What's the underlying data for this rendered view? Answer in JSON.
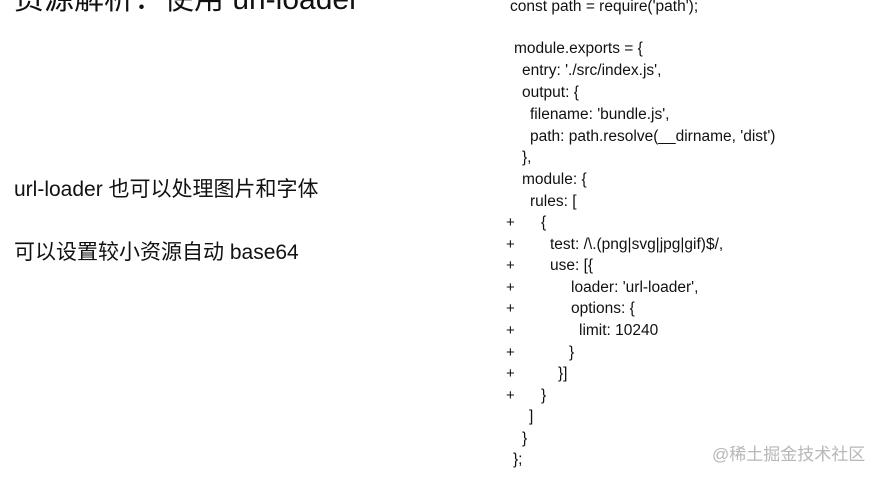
{
  "slide": {
    "title": "资源解析：使用 url-loader",
    "points": [
      "url-loader 也可以处理图片和字体",
      "可以设置较小资源自动 base64"
    ]
  },
  "code": {
    "lines": [
      {
        "marker": "",
        "text": "const path = require('path');"
      },
      {
        "marker": "",
        "text": ""
      },
      {
        "marker": "",
        "text": "module.exports = {"
      },
      {
        "marker": "",
        "text": "entry: './src/index.js',"
      },
      {
        "marker": "",
        "text": "output: {"
      },
      {
        "marker": "",
        "text": "filename: 'bundle.js',"
      },
      {
        "marker": "",
        "text": "path: path.resolve(__dirname, 'dist')"
      },
      {
        "marker": "",
        "text": "},"
      },
      {
        "marker": "",
        "text": "module: {"
      },
      {
        "marker": "",
        "text": "rules: ["
      },
      {
        "marker": "+",
        "text": "{"
      },
      {
        "marker": "+",
        "text": "test: /\\.(png|svg|jpg|gif)$/,"
      },
      {
        "marker": "+",
        "text": "use: [{"
      },
      {
        "marker": "+",
        "text": "loader: 'url-loader',"
      },
      {
        "marker": "+",
        "text": "options: {"
      },
      {
        "marker": "+",
        "text": "limit: 10240"
      },
      {
        "marker": "+",
        "text": "}"
      },
      {
        "marker": "+",
        "text": "}]"
      },
      {
        "marker": "+",
        "text": "}"
      },
      {
        "marker": "",
        "text": "]"
      },
      {
        "marker": "",
        "text": "}"
      },
      {
        "marker": "",
        "text": "};"
      }
    ]
  },
  "watermark": "@稀土掘金技术社区"
}
